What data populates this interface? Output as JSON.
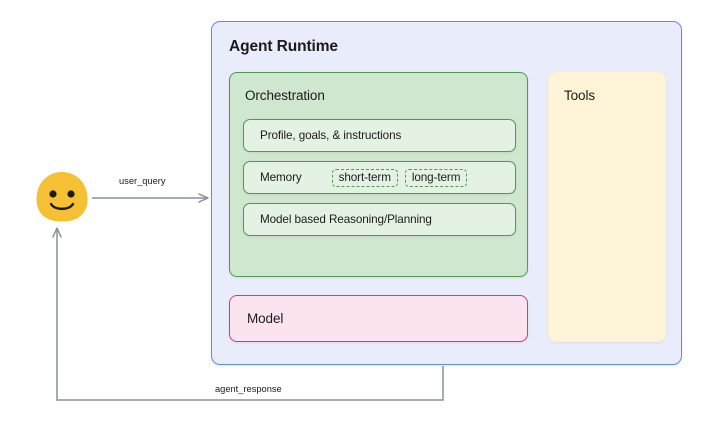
{
  "diagram": {
    "type": "architecture-block-diagram",
    "background": "#ffffff"
  },
  "actor": {
    "name": "user-avatar",
    "icon": "smiley-face-avatar",
    "fill": "#f5c033",
    "eye_color": "#1b1b1b",
    "mouth": "smile"
  },
  "runtime": {
    "title": "Agent Runtime",
    "fill": "#e9edfb",
    "border": "#5b8def"
  },
  "orchestration": {
    "title": "Orchestration",
    "fill": "#cfe6cf",
    "border": "#4f9a52",
    "cards": [
      {
        "label": "Profile, goals, & instructions"
      },
      {
        "label": "Memory",
        "chips": [
          "short-term",
          "long-term"
        ]
      },
      {
        "label": "Model based Reasoning/Planning"
      }
    ]
  },
  "model": {
    "title": "Model",
    "fill": "#fbe4f0",
    "border": "#d6368f"
  },
  "tools": {
    "title": "Tools",
    "fill": "#fdf3d6",
    "border": "#eab householder"
  },
  "edges": [
    {
      "name": "user-query-arrow",
      "label": "user_query",
      "from": "user-avatar",
      "to": "agent-runtime",
      "color": "#8a8f98"
    },
    {
      "name": "agent-response-arrow",
      "label": "agent_response",
      "from": "agent-runtime",
      "to": "user-avatar",
      "color": "#8a8f98"
    }
  ]
}
